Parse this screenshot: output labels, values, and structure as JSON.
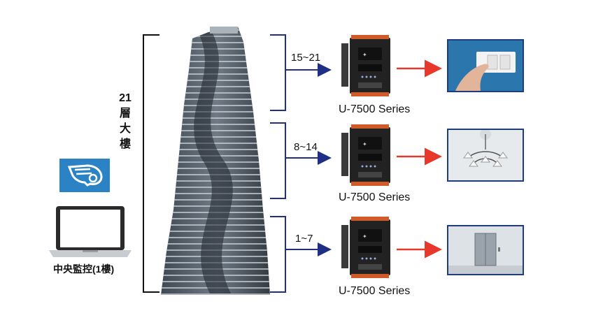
{
  "building": {
    "floors_label": [
      "21",
      "層",
      "大",
      "樓"
    ]
  },
  "central": {
    "label": "中央監控(1樓)"
  },
  "groups": [
    {
      "range": "15~21",
      "device": "U-7500 Series",
      "target": "light-switch"
    },
    {
      "range": "8~14",
      "device": "U-7500 Series",
      "target": "chandelier"
    },
    {
      "range": "1~7",
      "device": "U-7500 Series",
      "target": "elevator"
    }
  ],
  "colors": {
    "blue_arrow": "#1f2f86",
    "red_arrow": "#e8382c",
    "frame_border": "#1f3d7a",
    "logo_blue": "#2b83c6"
  }
}
